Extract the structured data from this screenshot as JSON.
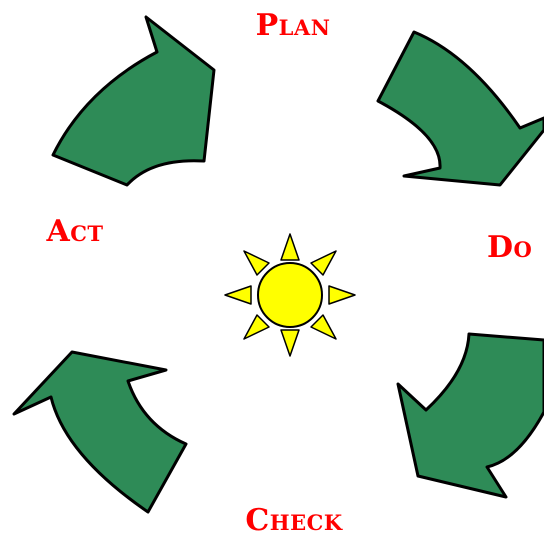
{
  "diagram": {
    "labels": {
      "plan": "Plan",
      "do": "Do",
      "check": "Check",
      "act": "Act"
    },
    "colors": {
      "label": "#ff0000",
      "arrow_fill": "#2e8b57",
      "sun_fill": "#ffff00"
    },
    "icons": {
      "center": "sun-icon",
      "arrows": "curved-arrow-icon"
    }
  }
}
